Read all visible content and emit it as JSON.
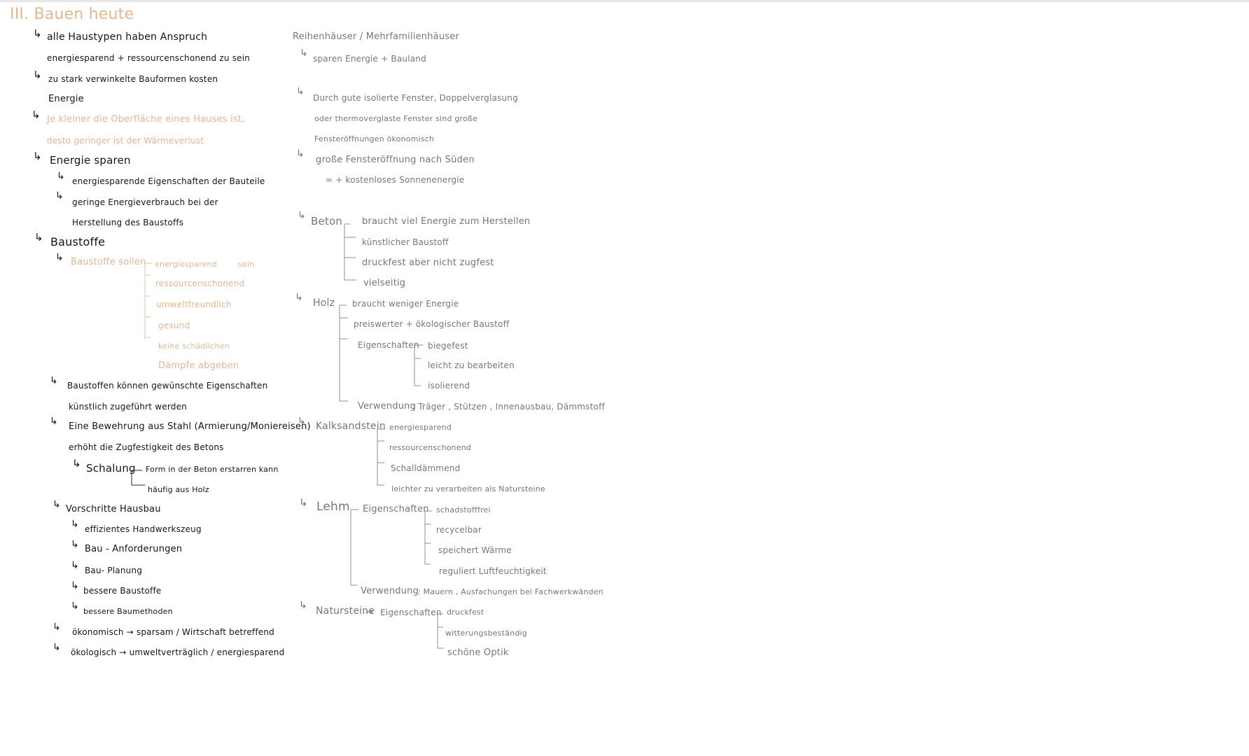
{
  "page": {
    "title": "III. Bauen heute",
    "left": {
      "l1a": "alle Haustypen haben Anspruch",
      "l1b": "energiesparend + ressourcenschonend zu sein",
      "l2a": "zu stark verwinkelte Bauformen kosten",
      "l2b": "Energie",
      "l3a": "Je kleiner die Oberfläche eines Hauses ist,",
      "l3b": "desto geringer ist der Wärmeverlust",
      "l4": "Energie sparen",
      "l4a": "energiesparende Eigenschaften der Bauteile",
      "l4b1": "geringe Energieverbrauch bei der",
      "l4b2": "Herstellung des Baustoffs",
      "l5": "Baustoffe",
      "l5a": "Baustoffe sollen",
      "l5o": [
        "energiesparend",
        "ressourcenschonend",
        "umweltfreundlich",
        "gesund",
        "keine schädlichen"
      ],
      "l5sein": "sein",
      "l5o5b": "Dämpfe abgeben",
      "l6a": "Baustoffen können gewünschte Eigenschaften",
      "l6b": "künstlich zugeführt werden",
      "l7a": "Eine Bewehrung aus Stahl (Armierung/Moniereisen)",
      "l7b": "erhöht die Zugfestigkeit des Betons",
      "l7c": "Schalung",
      "l7c1": "Form in der Beton erstarren kann",
      "l7c2": "häufig aus Holz",
      "l8": "Vorschritte Hausbau",
      "l8items": [
        "effizientes Handwerkszeug",
        "Bau - Anforderungen",
        "Bau- Planung",
        "bessere Baustoffe",
        "bessere Baumethoden"
      ],
      "l9": "ökonomisch → sparsam / Wirtschaft betreffend",
      "l10": "ökologisch → umweltverträglich / energiesparend"
    },
    "right": {
      "r1": "Reihenhäuser / Mehrfamilienhäuser",
      "r1a": "sparen Energie + Bauland",
      "r2a": "Durch gute isolierte Fenster, Doppelverglasung",
      "r2b": "oder thermoverglaste Fenster sind große",
      "r2c": "Fensteröffnungen ökonomisch",
      "r3": "große Fensteröffnung nach Süden",
      "r3a": "= + kostenloses Sonnenenergie",
      "beton": "Beton",
      "beton_items": [
        "braucht viel Energie zum Herstellen",
        "künstlicher Baustoff",
        "druckfest aber nicht zugfest",
        "vielseitig"
      ],
      "holz": "Holz",
      "holz_items": [
        "braucht weniger Energie",
        "preiswerter + ökologischer Baustoff"
      ],
      "holz_eig": "Eigenschaften",
      "holz_eig_items": [
        "biegefest",
        "leicht zu bearbeiten",
        "isolierend"
      ],
      "holz_verw": "Verwendung",
      "holz_verw_val": ":  Träger , Stützen , Innenausbau, Dämmstoff",
      "kalk": "Kalksandstein",
      "kalk_items": [
        "energiesparend",
        "ressourcenschonend",
        "Schalldämmend",
        "leichter zu verarbeiten als Natursteine"
      ],
      "lehm": "Lehm",
      "lehm_eig": "Eigenschaften",
      "lehm_eig_items": [
        "schadstofffrei",
        "recycelbar",
        "speichert Wärme",
        "reguliert Luftfeuchtigkeit"
      ],
      "lehm_verw": "Verwendung",
      "lehm_verw_val": ":   Mauern , Ausfachungen bei Fachwerkwänden",
      "natur": "Natursteine",
      "natur_arrow": "→",
      "natur_eig": "Eigenschaften",
      "natur_items": [
        "druckfest",
        "witterungsbeständig",
        "schöne Optik"
      ]
    }
  }
}
